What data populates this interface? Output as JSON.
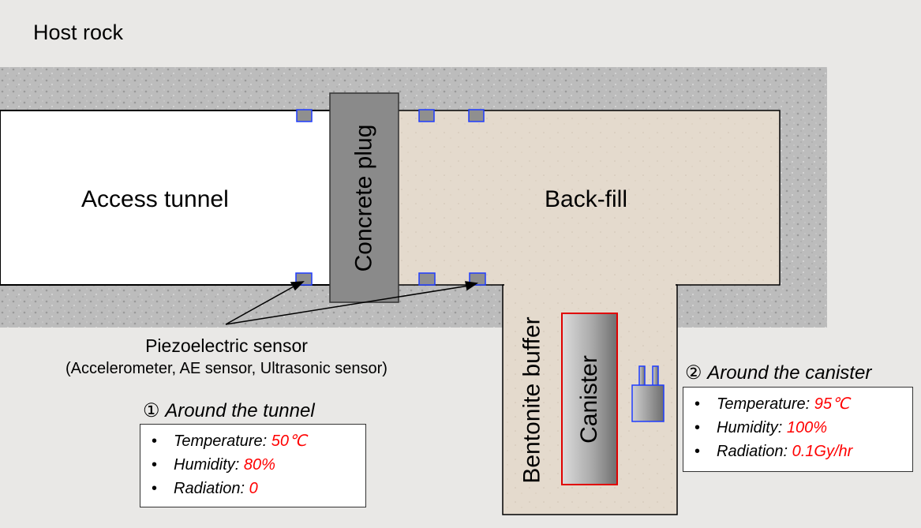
{
  "labels": {
    "host_rock": "Host rock",
    "access_tunnel": "Access tunnel",
    "concrete_plug": "Concrete plug",
    "back_fill": "Back-fill",
    "bentonite_buffer": "Bentonite buffer",
    "canister": "Canister",
    "sensor_name": "Piezoelectric sensor",
    "sensor_types": "(Accelerometer, AE sensor, Ultrasonic sensor)"
  },
  "conditions": [
    {
      "number": "①",
      "title": "Around the tunnel",
      "items": [
        {
          "bullet": "•",
          "key": "Temperature:",
          "value": "50℃"
        },
        {
          "bullet": "•",
          "key": "Humidity:",
          "value": "80%"
        },
        {
          "bullet": "•",
          "key": "Radiation:",
          "value": "0"
        }
      ]
    },
    {
      "number": "②",
      "title": "Around the canister",
      "items": [
        {
          "bullet": "•",
          "key": "Temperature:",
          "value": "95℃"
        },
        {
          "bullet": "•",
          "key": "Humidity:",
          "value": "100%"
        },
        {
          "bullet": "•",
          "key": "Radiation:",
          "value": "0.1Gy/hr"
        }
      ]
    }
  ],
  "colors": {
    "host_rock": "#e9e8e6",
    "excavation_zone": "#bdbdbd",
    "backfill": "#e3d9cc",
    "concrete_plug": "#8a8a8a",
    "sensor_border": "#1f3cff",
    "sensor_fill": "#8f8f8f",
    "canister_border": "#e00000",
    "value_text": "#ff0000"
  }
}
